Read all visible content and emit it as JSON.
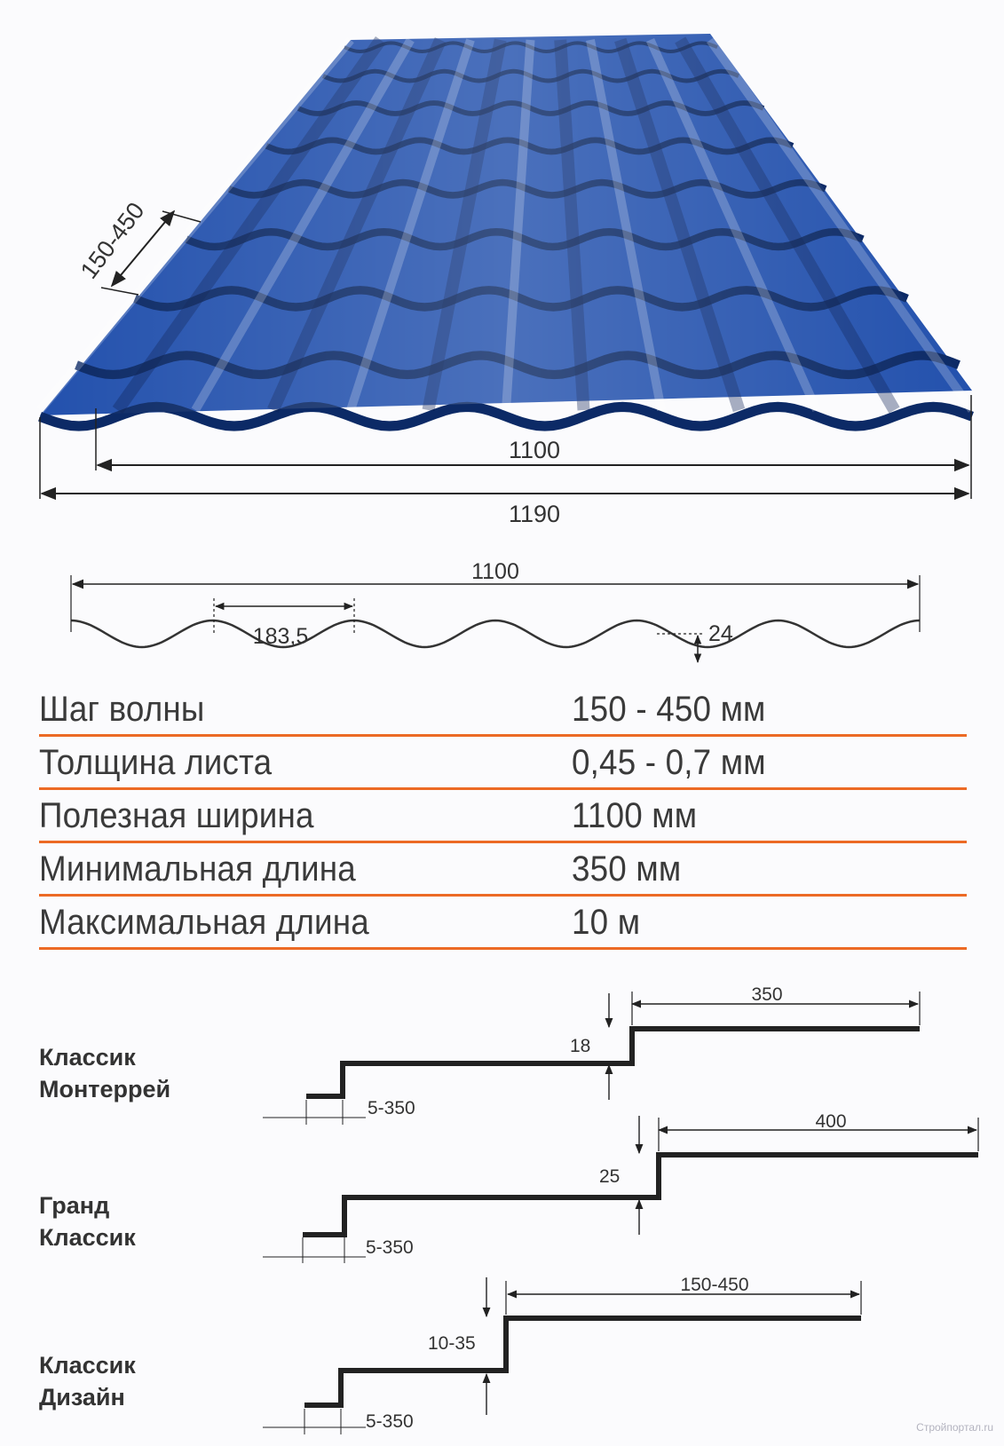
{
  "sheet_dims": {
    "wave_step_label": "150-450",
    "width_useful": "1100",
    "width_total": "1190"
  },
  "wave_profile": {
    "width": "1100",
    "pitch": "183,5",
    "height": "24"
  },
  "specs": [
    {
      "label": "Шаг волны",
      "value": "150 - 450 мм"
    },
    {
      "label": "Толщина листа",
      "value": "0,45 - 0,7 мм"
    },
    {
      "label": "Полезная ширина",
      "value": "1100 мм"
    },
    {
      "label": "Минимальная длина",
      "value": "350 мм"
    },
    {
      "label": "Максимальная длина",
      "value": "10 м"
    }
  ],
  "profiles": [
    {
      "line1": "Классик",
      "line2": "Монтеррей",
      "step": "350",
      "height": "18",
      "offset": "5-350"
    },
    {
      "line1": "Гранд",
      "line2": "Классик",
      "step": "400",
      "height": "25",
      "offset": "5-350"
    },
    {
      "line1": "Классик",
      "line2": "Дизайн",
      "step": "150-450",
      "height": "10-35",
      "offset": "5-350"
    }
  ],
  "watermark": "Стройпортал.ru",
  "colors": {
    "sheet_blue": "#1f4fa3",
    "sheet_dark": "#0c2a66",
    "spec_line": "#ec6a25"
  }
}
